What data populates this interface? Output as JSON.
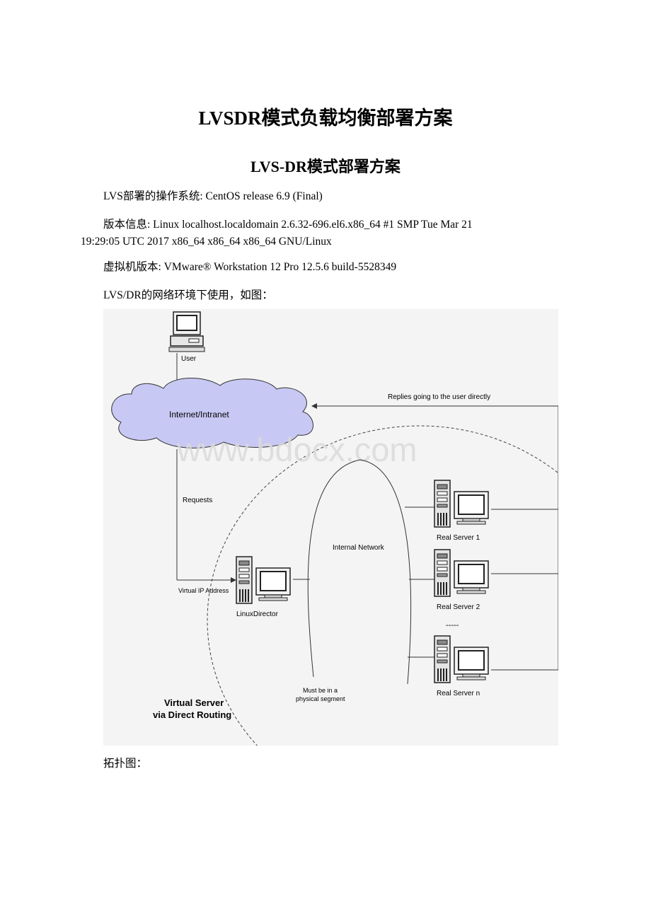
{
  "document": {
    "title": "LVSDR模式负载均衡部署方案",
    "subtitle": "LVS-DR模式部署方案",
    "os_line": "LVS部署的操作系统: CentOS release 6.9 (Final)",
    "version_line1": "版本信息: Linux localhost.localdomain 2.6.32-696.el6.x86_64 #1 SMP Tue Mar 21",
    "version_line2": "19:29:05 UTC 2017 x86_64 x86_64 x86_64 GNU/Linux",
    "vm_line": "虚拟机版本: VMware® Workstation 12 Pro 12.5.6 build-5528349",
    "intro_line": "LVS/DR的网络环境下使用，如图：",
    "topology_label": "拓扑图："
  },
  "diagram": {
    "user_label": "User",
    "cloud_label": "Internet/Intranet",
    "replies_label": "Replies going to the user directly",
    "watermark": "www.bdocx.com",
    "requests_label": "Requests",
    "internal_network_label": "Internal Network",
    "vip_label": "Virtual IP Address",
    "director_label": "LinuxDirector",
    "rs1_label": "Real Server 1",
    "rs2_label": "Real Server 2",
    "rsn_label": "Real Server n",
    "dashes": "-----",
    "segment_label_1": "Must be in a",
    "segment_label_2": "physical segment",
    "caption_1": "Virtual Server",
    "caption_2": "via Direct Routing",
    "cloud_color": "#c8c8f4",
    "line_color": "#333333"
  }
}
